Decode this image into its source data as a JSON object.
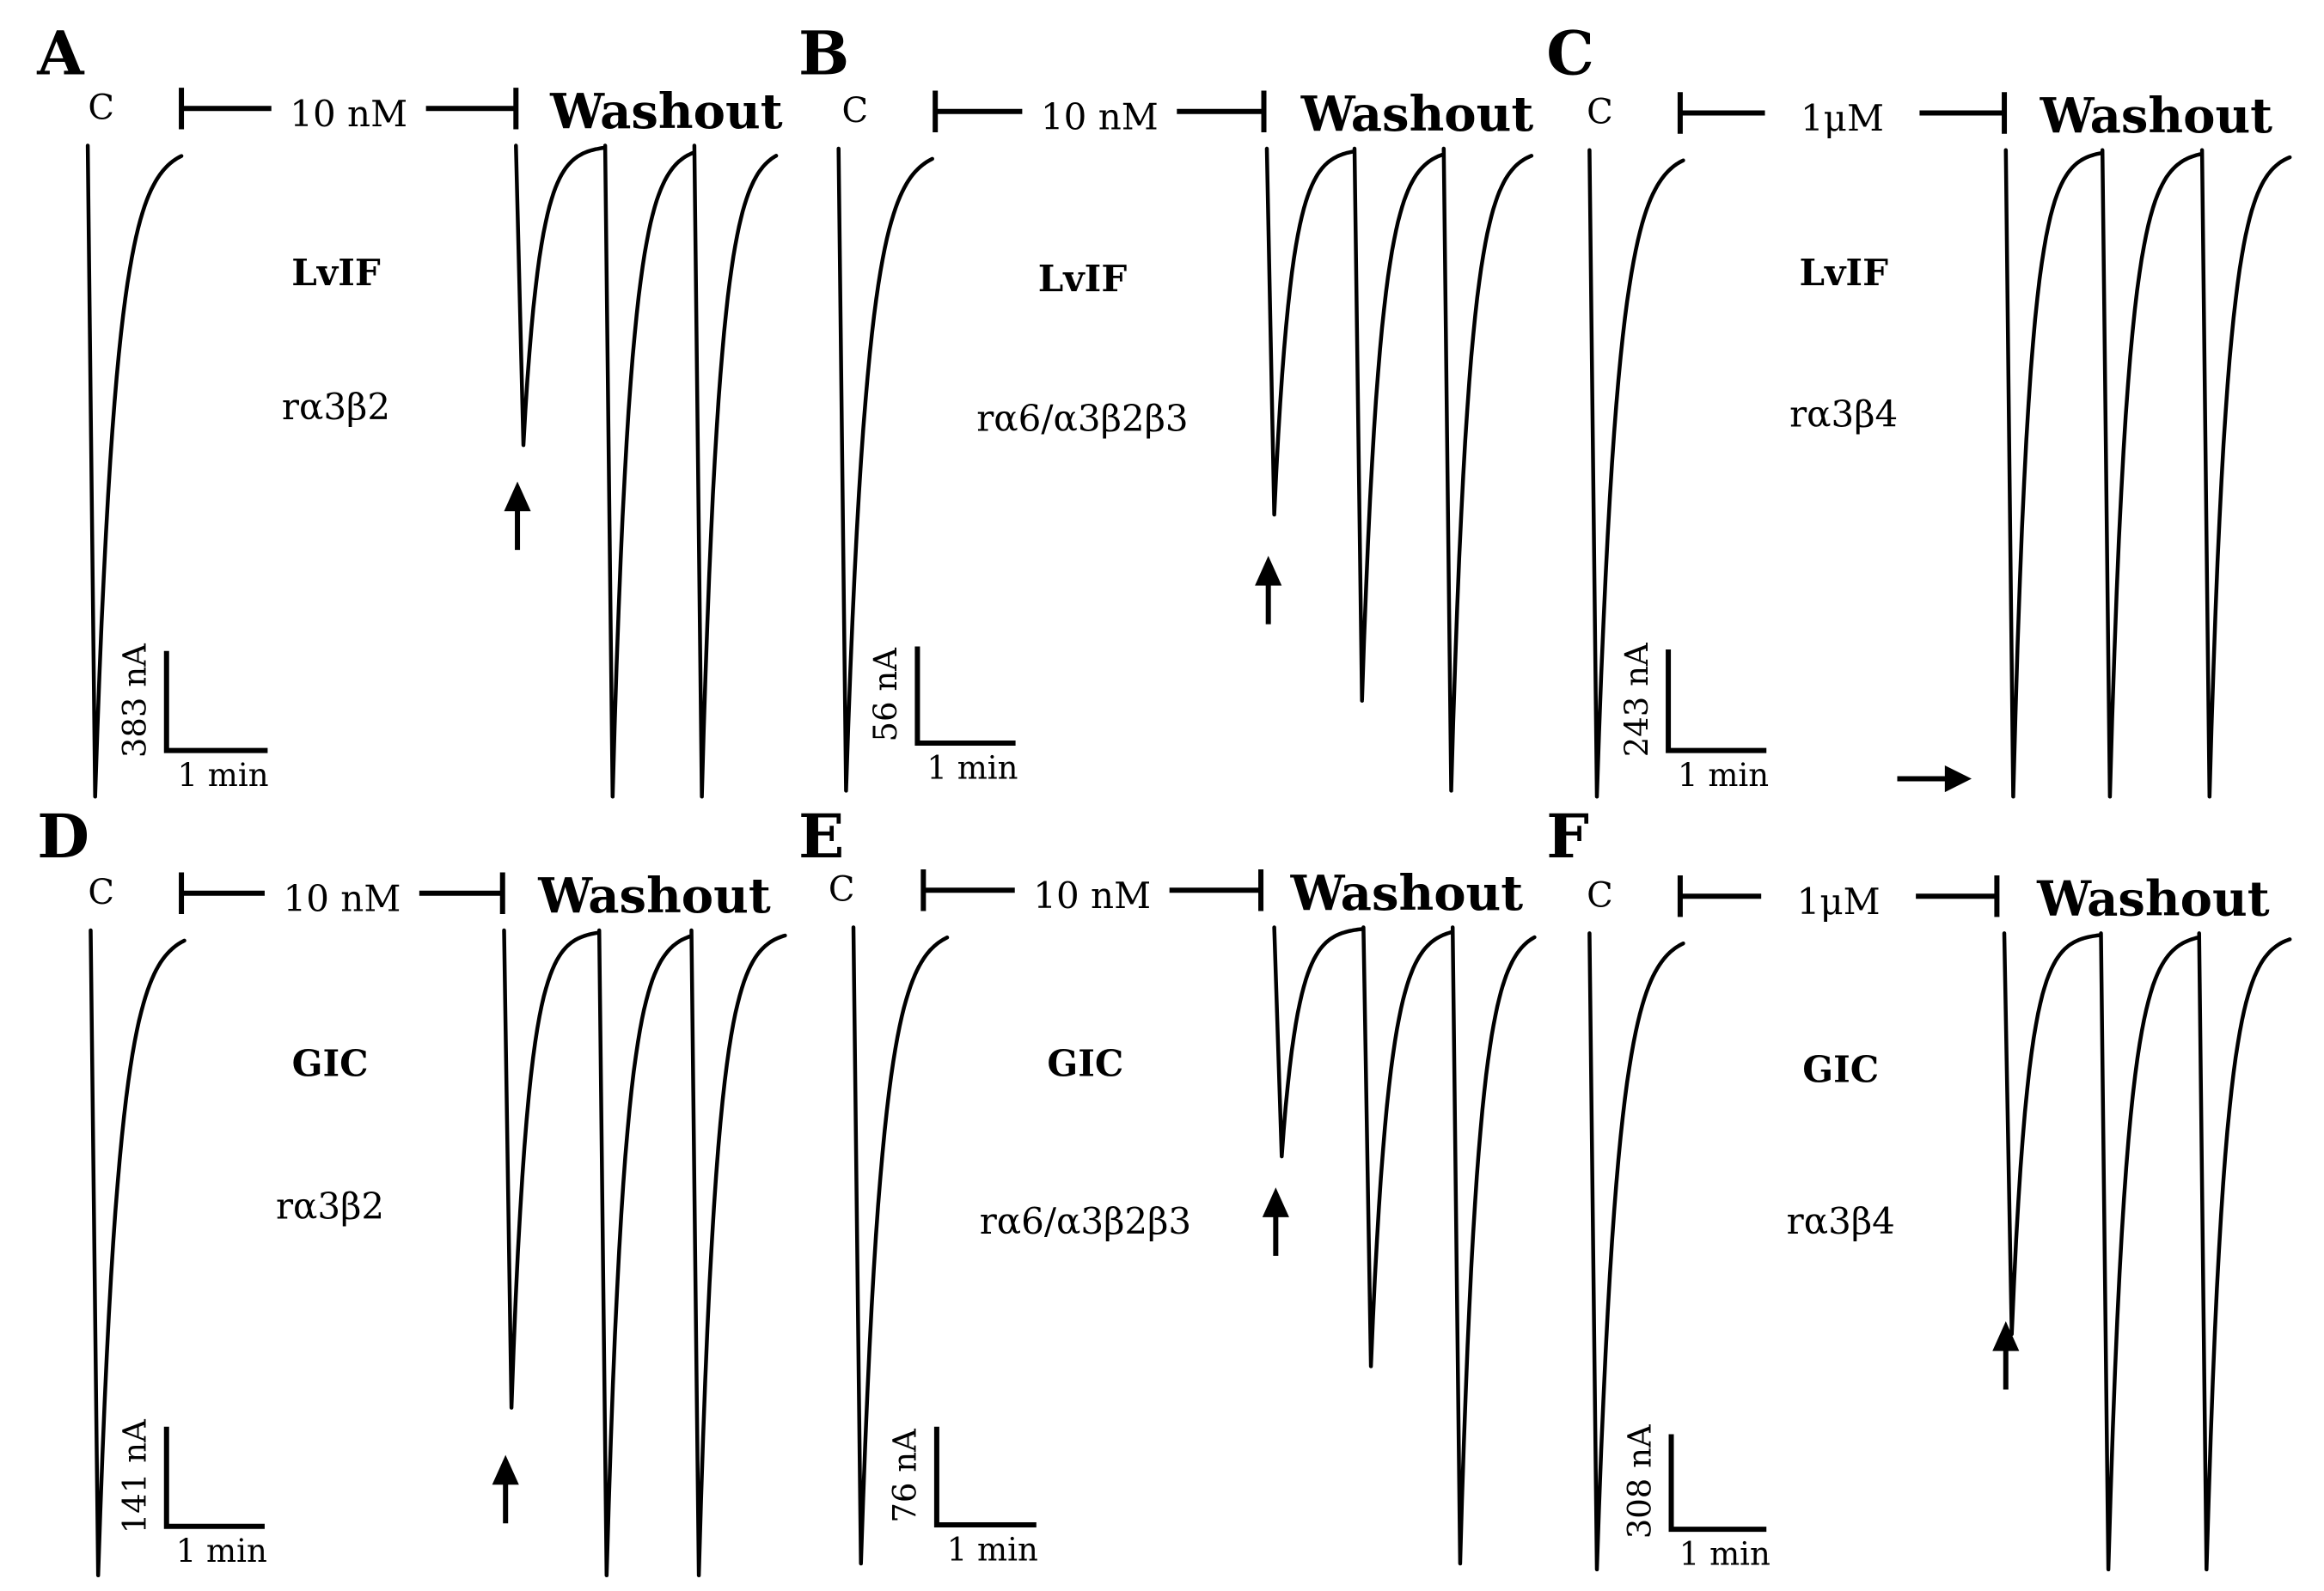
{
  "chart_data": {
    "type": "line",
    "panels": [
      {
        "id": "A",
        "label": "A",
        "control_label": "C",
        "concentration": "10 nM",
        "washout_label": "Washout",
        "peptide": "LvIF",
        "receptor": "rα3β2",
        "scale_current": "383 nA",
        "scale_time": "1 min",
        "peaks_fraction": {
          "control": 1.0,
          "toxin": 0.46,
          "washout": [
            1.0,
            1.0
          ]
        },
        "marker": "arrow-up"
      },
      {
        "id": "B",
        "label": "B",
        "control_label": "C",
        "concentration": "10 nM",
        "washout_label": "Washout",
        "peptide": "LvIF",
        "receptor": "rα6/α3β2β3",
        "scale_current": "56 nA",
        "scale_time": "1 min",
        "peaks_fraction": {
          "control": 1.0,
          "toxin": 0.57,
          "washout": [
            0.86,
            1.0
          ]
        },
        "marker": "arrow-up"
      },
      {
        "id": "C",
        "label": "C",
        "control_label": "C",
        "concentration": "1μM",
        "washout_label": "Washout",
        "peptide": "LvIF",
        "receptor": "rα3β4",
        "scale_current": "243 nA",
        "scale_time": "1 min",
        "peaks_fraction": {
          "control": 1.0,
          "toxin": 1.0,
          "washout": [
            1.0,
            1.0
          ]
        },
        "marker": "arrow-right"
      },
      {
        "id": "D",
        "label": "D",
        "control_label": "C",
        "concentration": "10 nM",
        "washout_label": "Washout",
        "peptide": "GIC",
        "receptor": "rα3β2",
        "scale_current": "141 nA",
        "scale_time": "1 min",
        "peaks_fraction": {
          "control": 1.0,
          "toxin": 0.74,
          "washout": [
            1.0,
            1.0
          ]
        },
        "marker": "arrow-up"
      },
      {
        "id": "E",
        "label": "E",
        "control_label": "C",
        "concentration": "10 nM",
        "washout_label": "Washout",
        "peptide": "GIC",
        "receptor": "rα6/α3β2β3",
        "scale_current": "76 nA",
        "scale_time": "1 min",
        "peaks_fraction": {
          "control": 1.0,
          "toxin": 0.36,
          "washout": [
            0.69,
            1.0
          ]
        },
        "marker": "arrow-up"
      },
      {
        "id": "F",
        "label": "F",
        "control_label": "C",
        "concentration": "1μM",
        "washout_label": "Washout",
        "peptide": "GIC",
        "receptor": "rα3β4",
        "scale_current": "308 nA",
        "scale_time": "1 min",
        "peaks_fraction": {
          "control": 1.0,
          "toxin": 0.63,
          "washout": [
            1.0,
            1.0
          ]
        },
        "marker": "arrow-up"
      }
    ]
  },
  "colors": {
    "trace": "#000000",
    "background": "#ffffff"
  }
}
